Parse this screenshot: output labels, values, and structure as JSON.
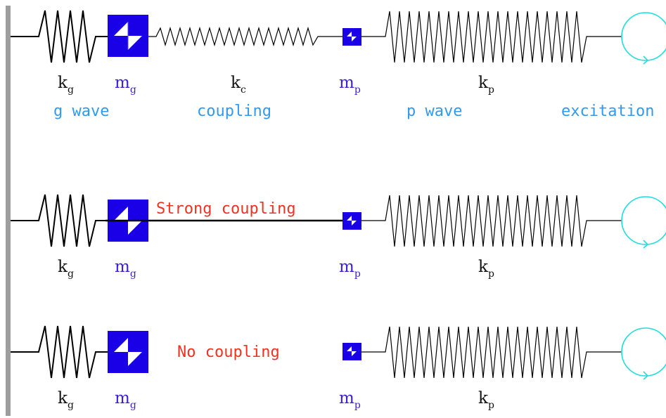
{
  "colors": {
    "wall": "#9e9e9e",
    "spring": "#000000",
    "mass": "#1a00e6",
    "label_dark": "#111111",
    "label_mass": "#3a1fd6",
    "caption": "#3399ee",
    "note": "#ee3322",
    "excitation": "#22dddd"
  },
  "rows": [
    {
      "kg": {
        "main": "k",
        "sub": "g"
      },
      "mg": {
        "main": "m",
        "sub": "g"
      },
      "kc": {
        "main": "k",
        "sub": "c"
      },
      "mp": {
        "main": "m",
        "sub": "p"
      },
      "kp": {
        "main": "k",
        "sub": "p"
      },
      "captions": {
        "g_wave": "g wave",
        "coupling": "coupling",
        "p_wave": "p wave",
        "excitation": "excitation"
      }
    },
    {
      "kg": {
        "main": "k",
        "sub": "g"
      },
      "mg": {
        "main": "m",
        "sub": "g"
      },
      "note": "Strong coupling",
      "mp": {
        "main": "m",
        "sub": "p"
      },
      "kp": {
        "main": "k",
        "sub": "p"
      }
    },
    {
      "kg": {
        "main": "k",
        "sub": "g"
      },
      "mg": {
        "main": "m",
        "sub": "g"
      },
      "note": "No coupling",
      "mp": {
        "main": "m",
        "sub": "p"
      },
      "kp": {
        "main": "k",
        "sub": "p"
      }
    }
  ]
}
